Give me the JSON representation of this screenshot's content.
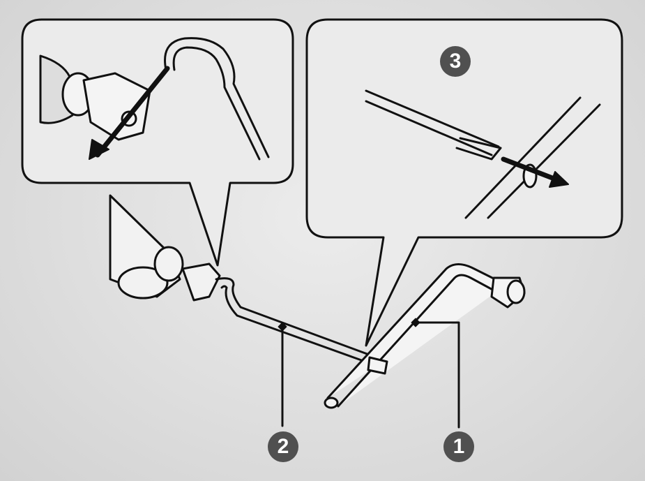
{
  "callouts": {
    "step3": "3",
    "part2": "2",
    "part1": "1"
  },
  "colors": {
    "background": "#dcdcdc",
    "panel": "#e9e9e9",
    "line": "#111111",
    "badge": "#505050"
  }
}
